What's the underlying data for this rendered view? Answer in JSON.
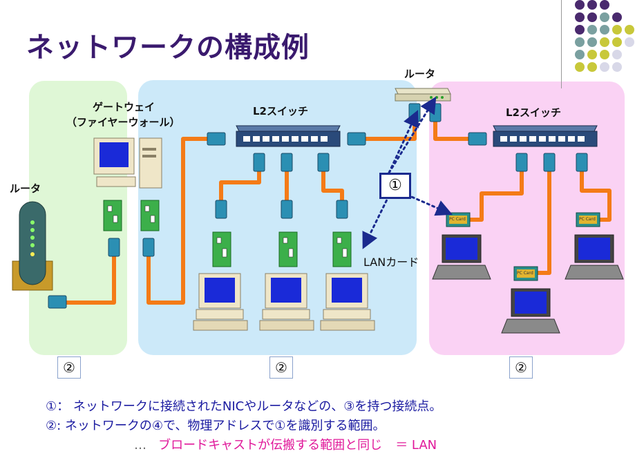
{
  "slide": {
    "title": "ネットワークの構成例"
  },
  "diagram": {
    "router_top_label": "ルータ",
    "router_left_label": "ルータ",
    "gateway_label_line1": "ゲートウェイ",
    "gateway_label_line2": "（ファイヤーウォール）",
    "switch_center_label": "L2スイッチ",
    "switch_right_label": "L2スイッチ",
    "lan_card_label": "LANカード",
    "callout_label": "①",
    "pc_card_label": "PC Card",
    "segment_labels": [
      "②",
      "②",
      "②"
    ]
  },
  "notes": {
    "line1": "①：  ネットワークに接続されたNICやルータなどの、③を持つ接続点。",
    "line2": "②:   ネットワークの④で、物理アドレスで①を識別する範囲。",
    "line3_prefix": "…",
    "line3_main": "ブロードキャストが伝搬する範囲と同じ",
    "line3_suffix": "＝   LAN"
  },
  "colors": {
    "title": "#3a1a6e",
    "zone_green": "#dff7d6",
    "zone_blue": "#cce9f9",
    "zone_pink": "#fad2f4",
    "cable": "#f47b17",
    "callout_border": "#1a2a8e",
    "note_blue": "#1a1aa0",
    "note_pink": "#e0189a"
  },
  "decor_dots": {
    "colors": [
      "#4a2a6e",
      "#7aa0a0",
      "#c8c83a",
      "#d8d8e8"
    ]
  }
}
